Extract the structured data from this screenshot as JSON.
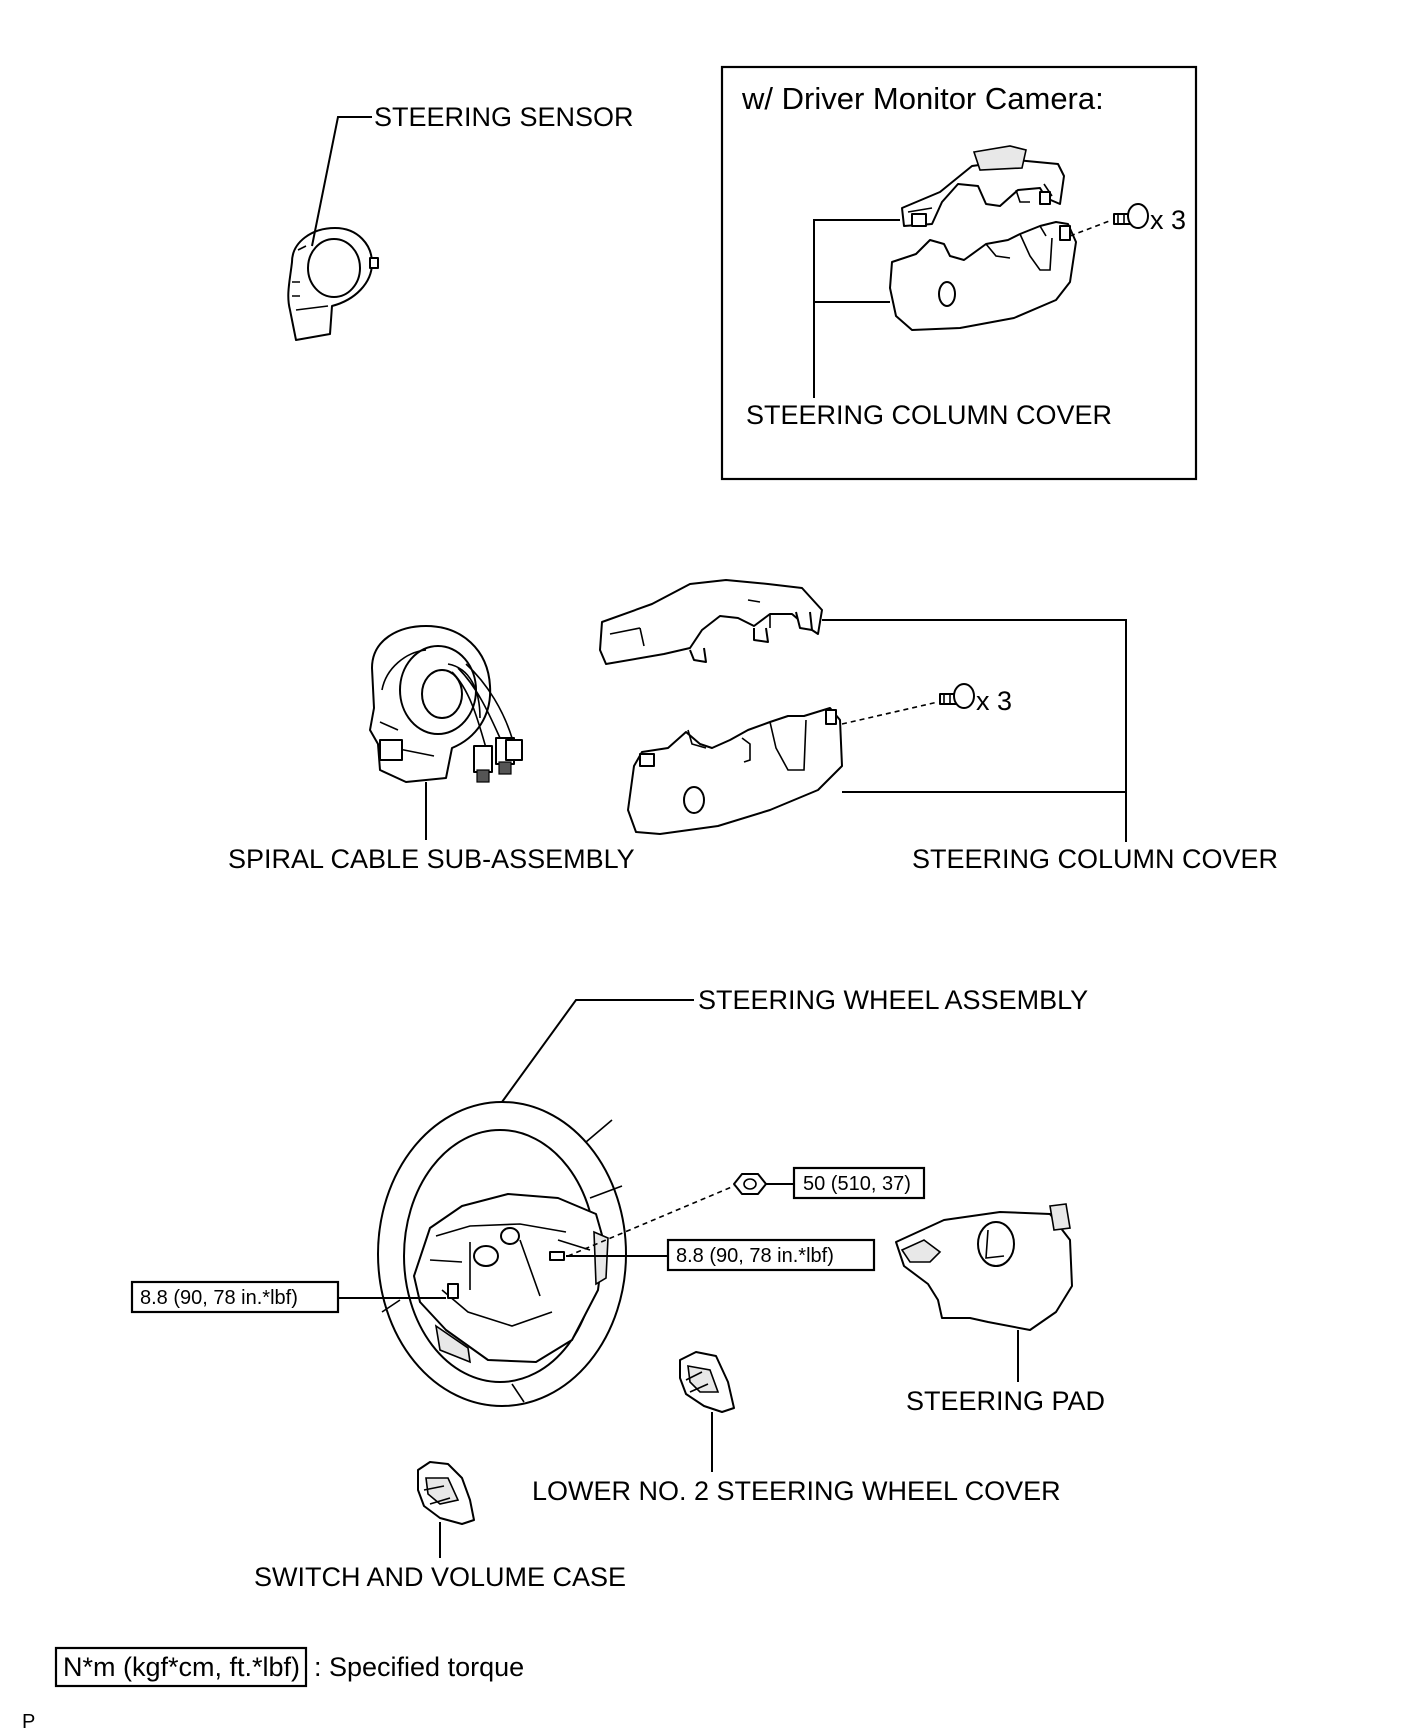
{
  "labels": {
    "steering_sensor": "STEERING SENSOR",
    "inset_title": "w/ Driver Monitor Camera:",
    "inset_screw_qty": "x 3",
    "inset_column_cover": "STEERING COLUMN COVER",
    "spiral_cable": "SPIRAL CABLE SUB-ASSEMBLY",
    "column_screw_qty": "x 3",
    "steering_column_cover": "STEERING COLUMN COVER",
    "steering_wheel_assembly": "STEERING WHEEL ASSEMBLY",
    "torque_nut": "50 (510, 37)",
    "torque_right": "8.8 (90, 78 in.*lbf)",
    "torque_left": "8.8 (90, 78 in.*lbf)",
    "steering_pad": "STEERING PAD",
    "lower_no2_cover": "LOWER NO. 2 STEERING WHEEL COVER",
    "switch_volume_case": "SWITCH AND VOLUME CASE"
  },
  "legend": {
    "unit_box": "N*m (kgf*cm, ft.*lbf)",
    "description": ": Specified torque"
  },
  "footer": {
    "code": "P"
  }
}
